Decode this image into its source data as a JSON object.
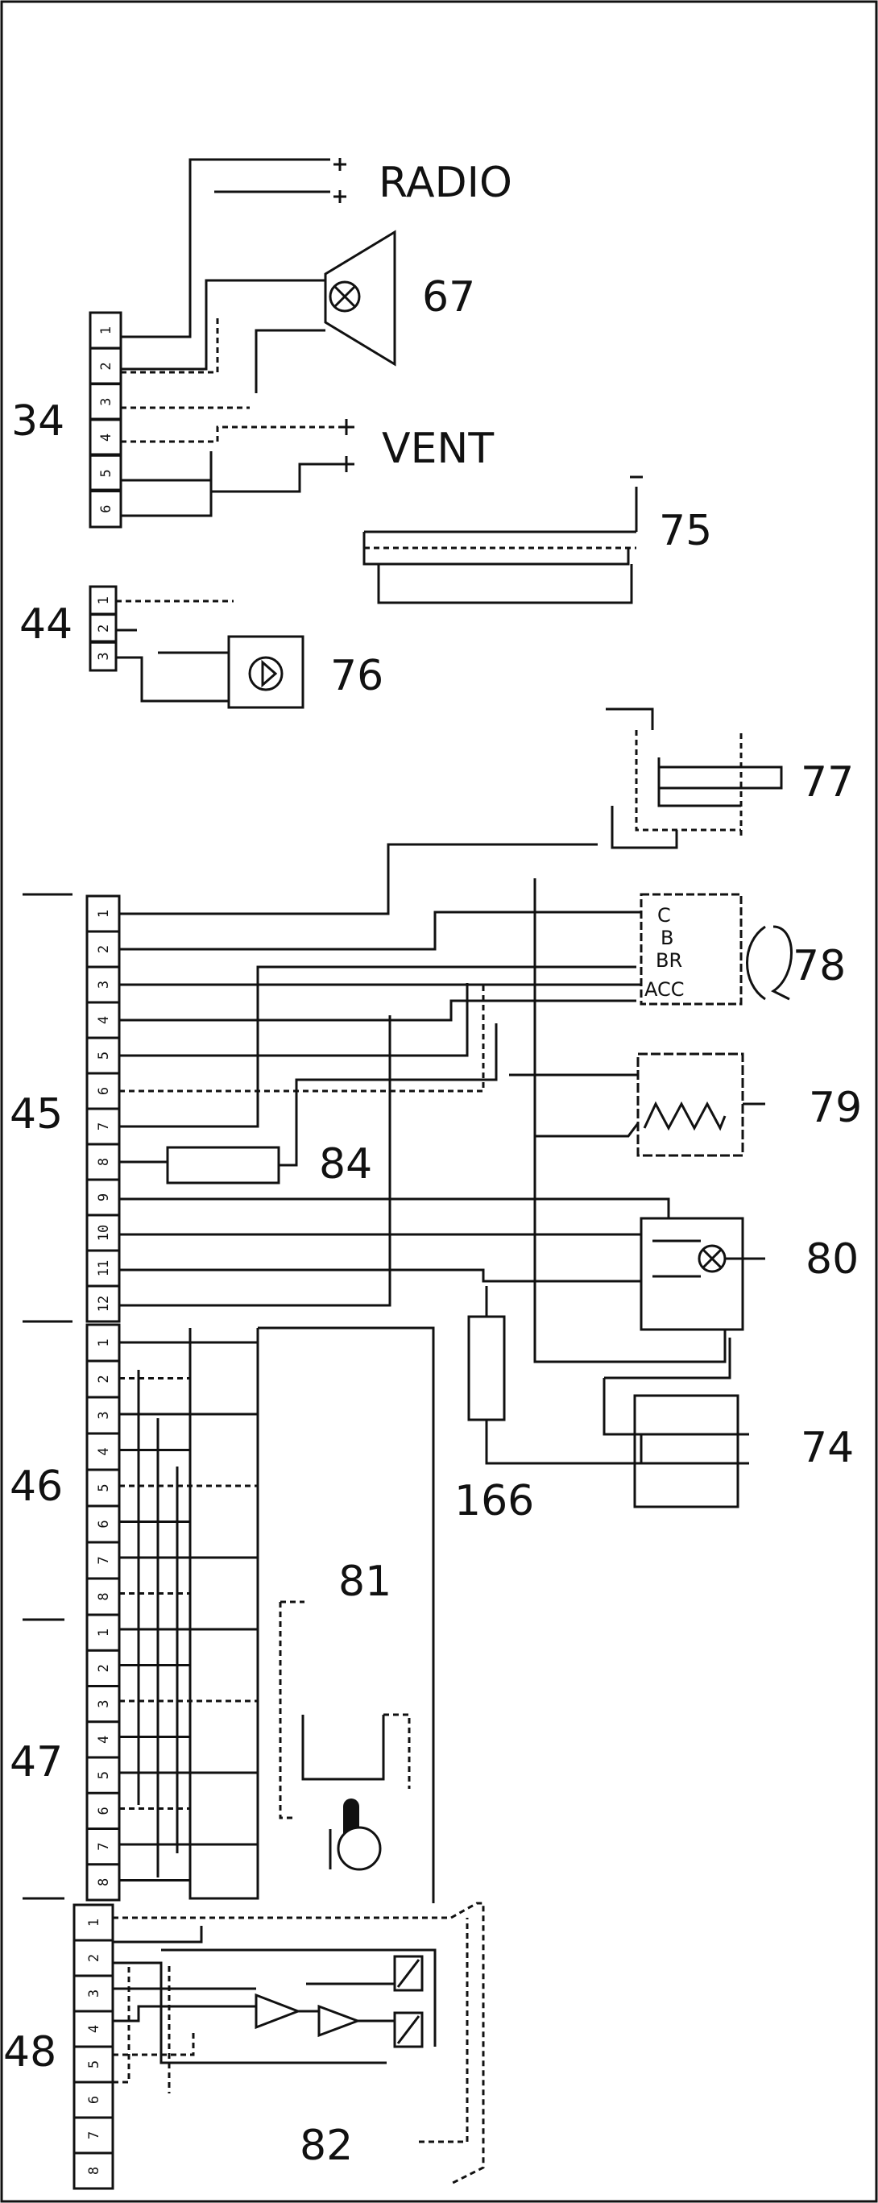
{
  "labels": {
    "radio": "RADIO",
    "vent": "VENT",
    "c34": "34",
    "c44": "44",
    "c45": "45",
    "c46": "46",
    "c47": "47",
    "c48": "48",
    "d67": "67",
    "d74": "74",
    "d75": "75",
    "d76": "76",
    "d77": "77",
    "d78": "78",
    "d79": "79",
    "d80": "80",
    "d81": "81",
    "d82": "82",
    "d84": "84",
    "d166": "166"
  },
  "switch78": {
    "t1": "C",
    "t2": "B",
    "t3": "BR",
    "t4": "ACC"
  },
  "connectors": {
    "c34_pins": [
      "1",
      "2",
      "3",
      "4",
      "5",
      "6"
    ],
    "c44_pins": [
      "1",
      "2",
      "3"
    ],
    "c45_pins": [
      "1",
      "2",
      "3",
      "4",
      "5",
      "6",
      "7",
      "8",
      "9",
      "10",
      "11",
      "12"
    ],
    "c46_pins": [
      "1",
      "2",
      "3",
      "4",
      "5",
      "6",
      "7",
      "8"
    ],
    "c47_pins": [
      "1",
      "2",
      "3",
      "4",
      "5",
      "6",
      "7",
      "8"
    ],
    "c48_pins": [
      "1",
      "2",
      "3",
      "4",
      "5",
      "6",
      "7",
      "8"
    ]
  }
}
